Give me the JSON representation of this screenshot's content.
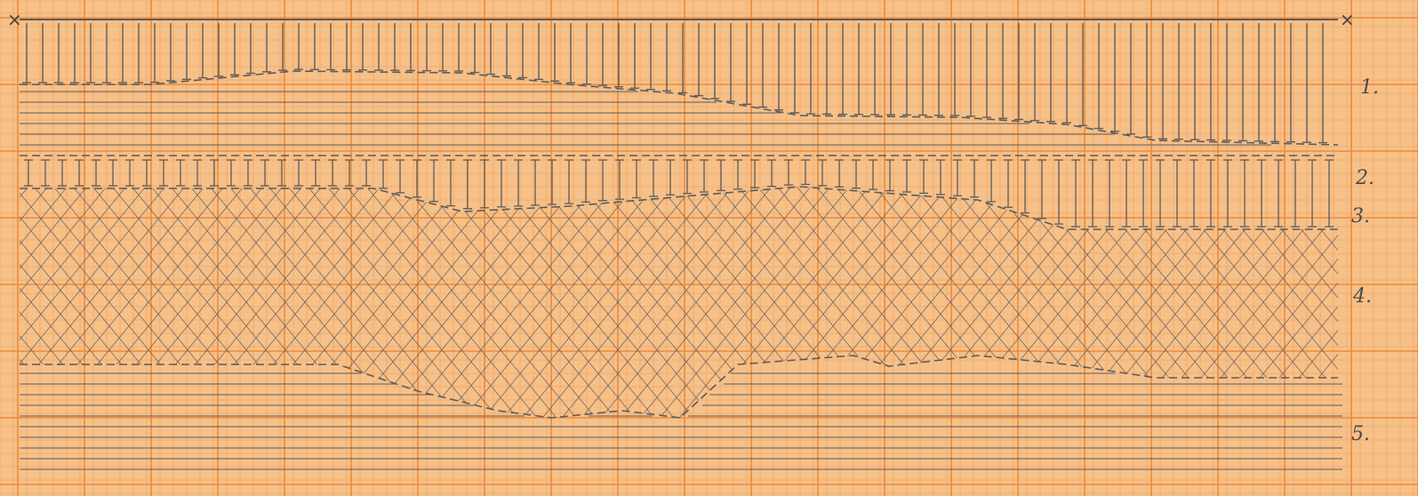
{
  "paper": {
    "background": "#f6c089",
    "grid_minor_color": "#f2a865",
    "grid_major_color": "#ec8a3a",
    "pencil_color": "#5b5b5b"
  },
  "layers": [
    {
      "number": "1.",
      "pattern": "vertical-ticks"
    },
    {
      "number": "2.",
      "pattern": "bracket-ticks"
    },
    {
      "number": "3.",
      "pattern": "bracket-ticks"
    },
    {
      "number": "4.",
      "pattern": "cross-hatch"
    },
    {
      "number": "5.",
      "pattern": "horizontal-lines"
    }
  ],
  "corner_marks": [
    "×",
    "×"
  ]
}
